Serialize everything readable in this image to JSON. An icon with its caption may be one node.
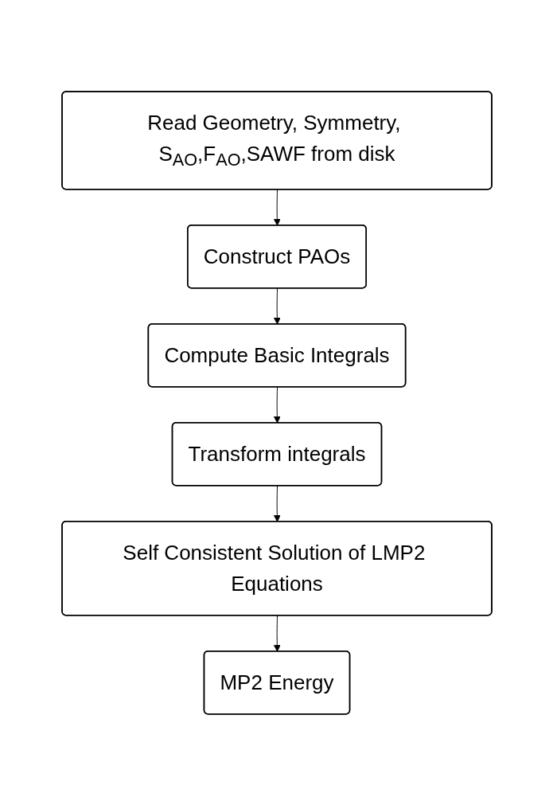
{
  "diagram": {
    "nodes": [
      {
        "text": [
          "Read Geometry, Symmetry, S$_{AO}$,F$_{AO}$,SAWF from disk"
        ]
      },
      {
        "text": [
          "Construct PAOs"
        ]
      },
      {
        "text": [
          "Compute Basic Integrals"
        ]
      },
      {
        "text": [
          "Transform integrals"
        ]
      },
      {
        "text": [
          "Self Consistent Solution of LMP2 Equations"
        ]
      },
      {
        "text": [
          "MP2 Energy"
        ]
      }
    ],
    "edges": [
      {
        "from": 0,
        "to": 1,
        "arrow": "to"
      },
      {
        "from": 1,
        "to": 2,
        "arrow": "to"
      },
      {
        "from": 2,
        "to": 3,
        "arrow": "to"
      },
      {
        "from": 3,
        "to": 4,
        "arrow": "to"
      },
      {
        "from": 4,
        "to": 5,
        "arrow": "to"
      }
    ]
  }
}
